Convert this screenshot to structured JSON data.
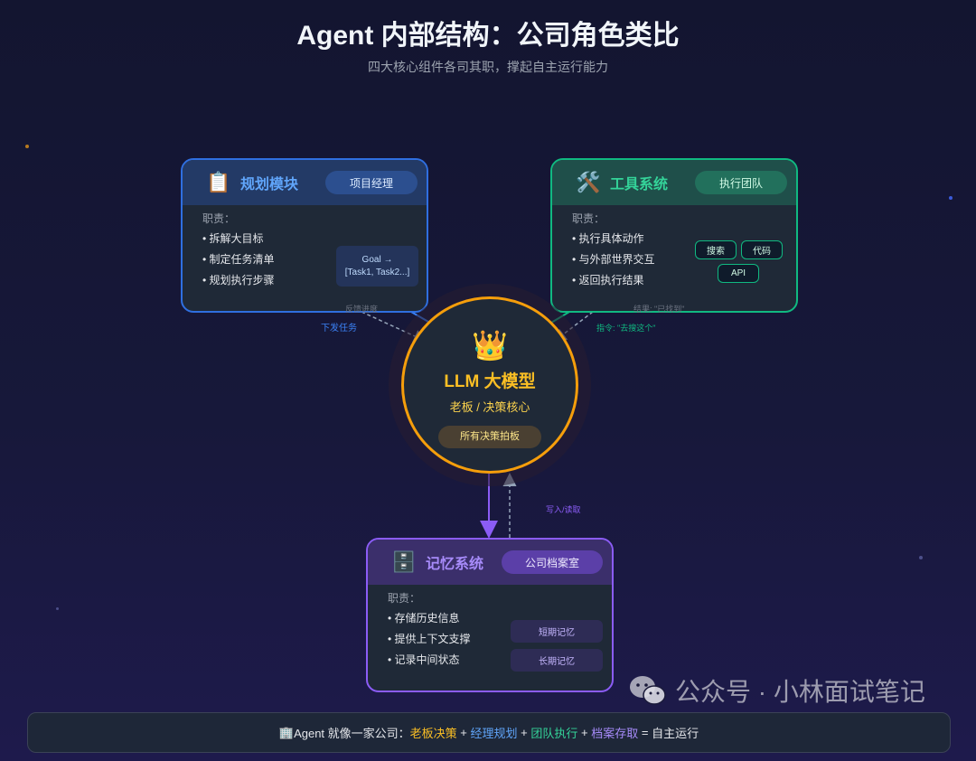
{
  "header": {
    "title": "Agent 内部结构：公司角色类比",
    "subtitle": "四大核心组件各司其职，撑起自主运行能力"
  },
  "planning": {
    "icon": "📋",
    "title": "规划模块",
    "role": "项目经理",
    "label": "职责：",
    "items": [
      "拆解大目标",
      "制定任务清单",
      "规划执行步骤"
    ],
    "example_line1": "Goal →",
    "example_line2": "[Task1, Task2...]",
    "color": "#3b82f6"
  },
  "tools": {
    "icon": "🛠️",
    "title": "工具系统",
    "role": "执行团队",
    "label": "职责：",
    "items": [
      "执行具体动作",
      "与外部世界交互",
      "返回执行结果"
    ],
    "chips": [
      "搜索",
      "代码",
      "API"
    ],
    "color": "#10b981"
  },
  "memory": {
    "icon": "🗄️",
    "title": "记忆系统",
    "role": "公司档案室",
    "label": "职责：",
    "items": [
      "存储历史信息",
      "提供上下文支撑",
      "记录中间状态"
    ],
    "chips": [
      "短期记忆",
      "长期记忆"
    ],
    "color": "#8b5cf6"
  },
  "llm": {
    "icon": "👑",
    "title": "LLM 大模型",
    "subtitle": "老板 / 决策核心",
    "badge": "所有决策拍板",
    "color": "#f59e0b"
  },
  "links": {
    "dispatch": "下发任务",
    "feedback": "反馈进度",
    "command": "指令: \"去搜这个\"",
    "result": "结果: \"已找到\"",
    "readwrite": "写入/读取"
  },
  "footer": {
    "icon": "🏢",
    "prefix": "Agent 就像一家公司：",
    "boss": "老板决策",
    "manager": "经理规划",
    "team": "团队执行",
    "archive": "档案存取",
    "plus": "+",
    "equals": "=",
    "suffix": "自主运行"
  },
  "watermark": {
    "text": "公众号 · 小林面试笔记",
    "icon": "wechat-icon"
  }
}
